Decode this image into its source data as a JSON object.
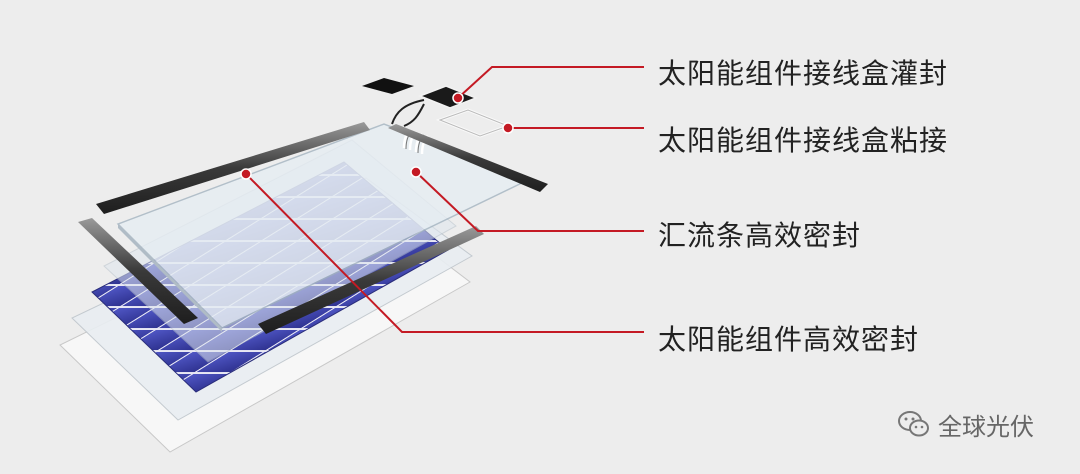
{
  "callouts": [
    {
      "label": "太阳能组件接线盒灌封"
    },
    {
      "label": "太阳能组件接线盒粘接"
    },
    {
      "label": "汇流条高效密封"
    },
    {
      "label": "太阳能组件高效密封"
    }
  ],
  "watermark": {
    "text": "全球光伏",
    "icon": "wechat-icon"
  },
  "colors": {
    "background": "#ededed",
    "leader_line": "#c41a24",
    "cell_blue": "#3b3fa8",
    "frame": "#3c3c3c",
    "glass": "#dfe7ee"
  }
}
